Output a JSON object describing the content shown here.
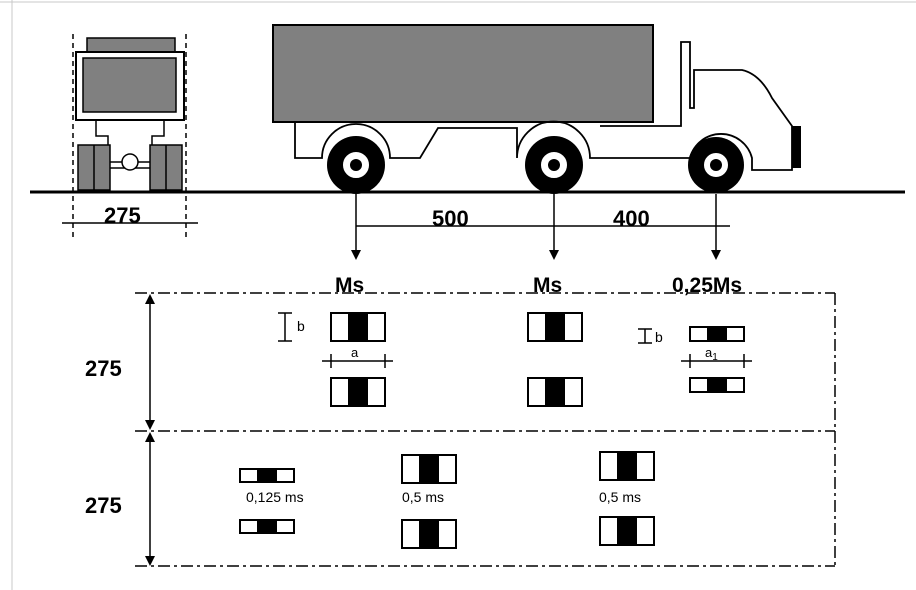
{
  "front_view": {
    "track_width": "275"
  },
  "side_view": {
    "axle_spacing_1": "500",
    "axle_spacing_2": "400"
  },
  "loads": {
    "rear_axle": "Ms",
    "middle_axle": "Ms",
    "front_axle": "0,25Ms"
  },
  "lanes": {
    "lane1_width": "275",
    "lane2_width": "275"
  },
  "dimensions": {
    "b_label": "b",
    "a_label": "a",
    "a1_label": "a",
    "a1_subscript": "1",
    "b_label_front": "b"
  },
  "lane2_loads": {
    "left": "0,125 ms",
    "middle": "0,5 ms",
    "right": "0,5 ms"
  }
}
